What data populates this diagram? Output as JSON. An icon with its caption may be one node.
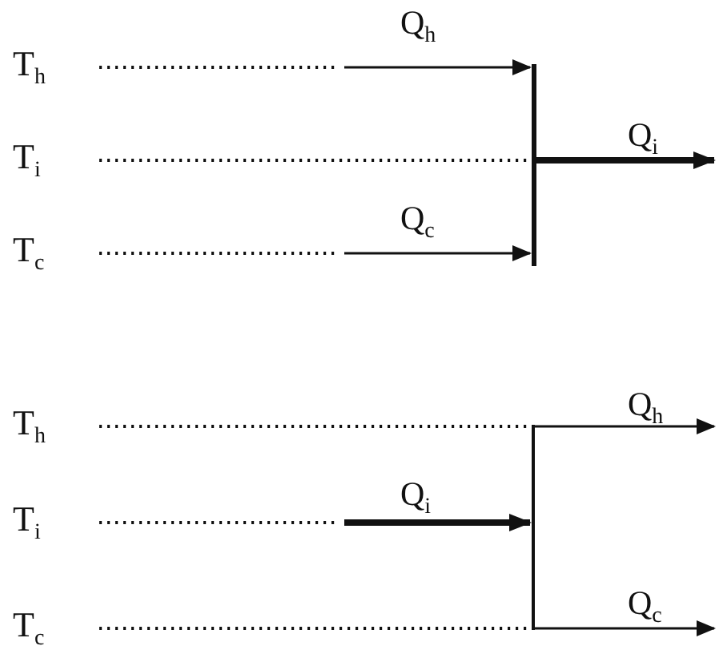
{
  "diagram": {
    "nodes": [
      {
        "text": [
          "T$_{h}$"
        ]
      },
      {
        "text": [
          "T$_{i}$"
        ]
      },
      {
        "text": [
          "T$_{c}$"
        ]
      },
      {
        "text": [],
        "shape": "bar"
      },
      {
        "text": [
          "T$_{h}$"
        ]
      },
      {
        "text": [
          "T$_{i}$"
        ]
      },
      {
        "text": [
          "T$_{c}$"
        ]
      },
      {
        "text": [],
        "shape": "bar"
      }
    ],
    "edges": [
      {
        "from": 0,
        "to": null,
        "arrow": "none",
        "style": "dashed"
      },
      {
        "from": null,
        "to": 3,
        "arrow": "to",
        "label": "Q$_{h}$"
      },
      {
        "from": 1,
        "to": 3,
        "arrow": "none",
        "style": "dashed"
      },
      {
        "from": 2,
        "to": null,
        "arrow": "none",
        "style": "dashed"
      },
      {
        "from": null,
        "to": 3,
        "arrow": "to",
        "label": "Q$_{c}$"
      },
      {
        "from": 3,
        "to": null,
        "arrow": "to",
        "label": "Q$_{i}$",
        "style": "thick"
      },
      {
        "from": 4,
        "to": 7,
        "arrow": "none",
        "style": "dashed"
      },
      {
        "from": 5,
        "to": null,
        "arrow": "none",
        "style": "dashed"
      },
      {
        "from": null,
        "to": 7,
        "arrow": "to",
        "label": "Q$_{i}$",
        "style": "thick"
      },
      {
        "from": 6,
        "to": 7,
        "arrow": "none",
        "style": "dashed"
      },
      {
        "from": 7,
        "to": null,
        "arrow": "to",
        "label": "Q$_{h}$"
      },
      {
        "from": 7,
        "to": null,
        "arrow": "to",
        "label": "Q$_{c}$"
      }
    ]
  }
}
